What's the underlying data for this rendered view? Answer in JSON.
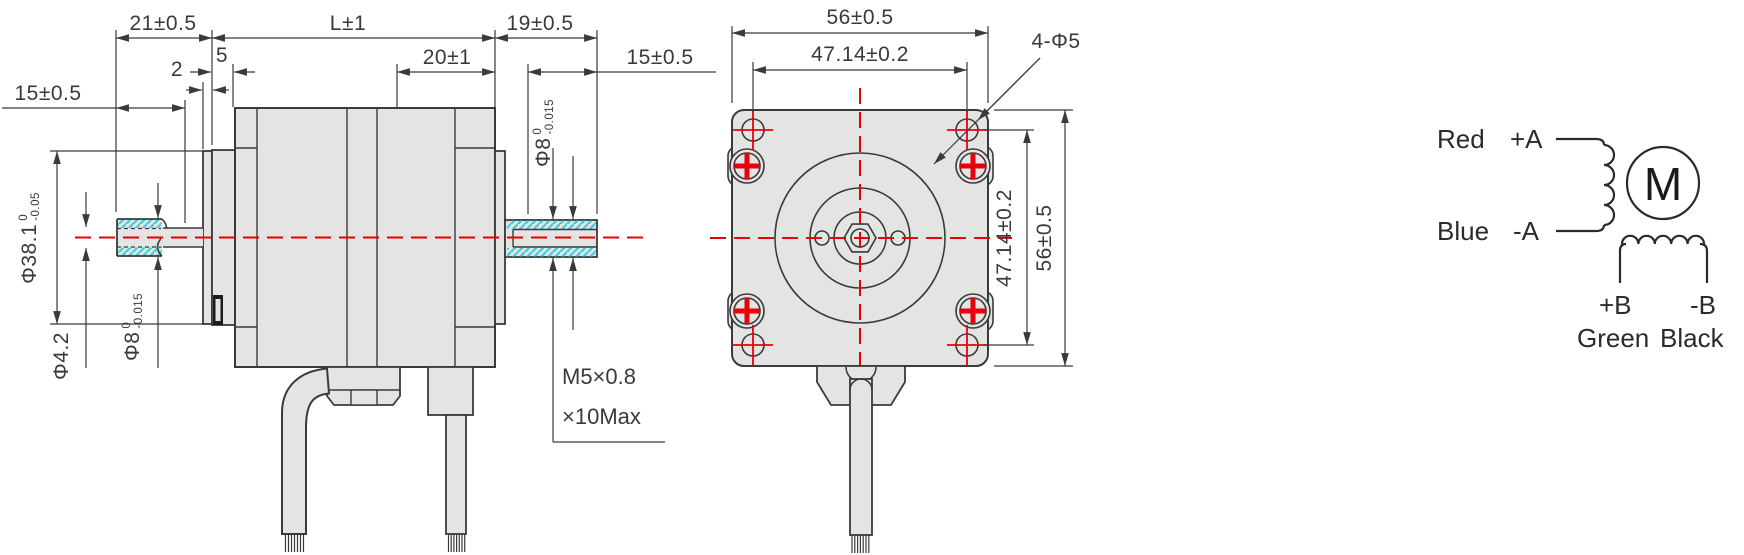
{
  "side_view": {
    "dims": {
      "rear_extension": "21±0.5",
      "body_length": "L±1",
      "front_extension": "19±0.5",
      "front_section": "20±1",
      "front_shaft_length": "15±0.5",
      "rear_step": "5",
      "rear_boss_depth": "2",
      "rear_shaft_length": "15±0.5"
    },
    "labels": {
      "pilot_diameter": {
        "value": "Φ38.1",
        "tol_upper": "0",
        "tol_lower": "-0.05"
      },
      "bore_diameter": "Φ4.2",
      "rear_shaft_diameter": {
        "value": "Φ8",
        "tol_upper": "0",
        "tol_lower": "-0.015"
      },
      "front_shaft_diameter": {
        "value": "Φ8",
        "tol_upper": "0",
        "tol_lower": "-0.015"
      },
      "thread_note_line1": "M5×0.8",
      "thread_note_line2": "×10Max"
    }
  },
  "front_view": {
    "dims": {
      "width": "56±0.5",
      "height": "56±0.5",
      "hole_spacing_horizontal": "47.14±0.2",
      "hole_spacing_vertical": "47.14±0.2",
      "mounting_holes": "4-Φ5"
    }
  },
  "wiring": {
    "a_plus_color": "Red",
    "a_plus_terminal": "+A",
    "a_minus_color": "Blue",
    "a_minus_terminal": "-A",
    "b_plus_terminal": "+B",
    "b_minus_terminal": "-B",
    "b_plus_color": "Green",
    "b_minus_color": "Black",
    "motor_symbol": "M"
  },
  "colors": {
    "line": "#3a3a3c",
    "body_fill": "#e4e5e2",
    "accent_red": "#e8000d",
    "hatch_cyan": "#38cfe0"
  }
}
